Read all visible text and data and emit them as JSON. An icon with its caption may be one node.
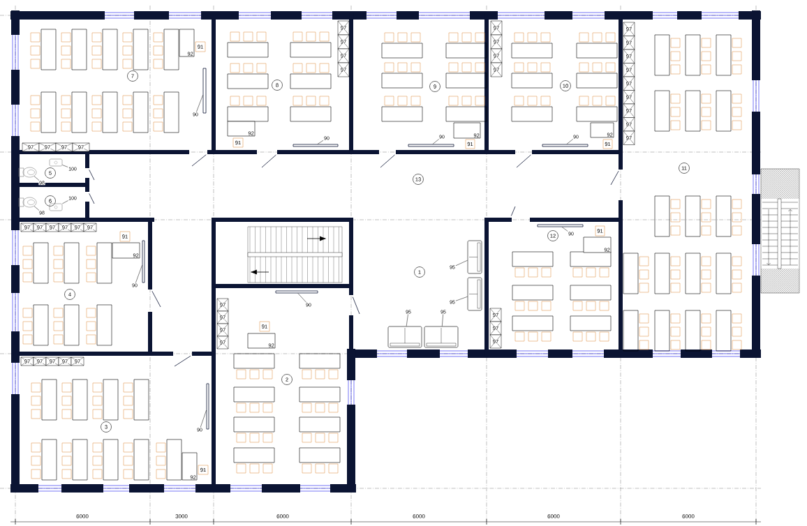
{
  "diagram": {
    "nodes": [
      {
        "text": [
          "1"
        ]
      },
      {
        "text": [
          "2"
        ]
      },
      {
        "text": [
          "3"
        ]
      },
      {
        "text": [
          "4"
        ]
      },
      {
        "text": [
          "5"
        ]
      },
      {
        "text": [
          "6"
        ]
      },
      {
        "text": [
          "7"
        ]
      },
      {
        "text": [
          "8"
        ]
      },
      {
        "text": [
          "9"
        ]
      },
      {
        "text": [
          "10"
        ]
      },
      {
        "text": [
          "11"
        ]
      },
      {
        "text": [
          "12"
        ]
      },
      {
        "text": [
          "13"
        ]
      },
      {
        "text": [
          "90"
        ]
      },
      {
        "text": [
          "90"
        ]
      },
      {
        "text": [
          "90"
        ]
      },
      {
        "text": [
          "90"
        ]
      },
      {
        "text": [
          "100"
        ]
      },
      {
        "text": [
          "98"
        ]
      },
      {
        "text": [
          "100"
        ]
      },
      {
        "text": [
          "98"
        ]
      },
      {
        "text": [
          "90"
        ]
      },
      {
        "text": [
          "90"
        ]
      },
      {
        "text": [
          "95"
        ]
      },
      {
        "text": [
          "95"
        ]
      },
      {
        "text": [
          "95"
        ]
      },
      {
        "text": [
          "95"
        ]
      },
      {
        "text": [
          "90"
        ]
      },
      {
        "text": [
          "90"
        ]
      },
      {
        "text": [],
        "shape": "bar"
      },
      {
        "text": [],
        "shape": "bar"
      },
      {
        "text": [],
        "shape": "bar"
      },
      {
        "text": [],
        "shape": "bar"
      },
      {
        "text": [],
        "shape": "picture"
      },
      {
        "text": [],
        "shape": "picture"
      },
      {
        "text": [],
        "shape": "picture"
      },
      {
        "text": [],
        "shape": "picture"
      },
      {
        "text": [],
        "shape": "bar"
      },
      {
        "text": [],
        "shape": "bar"
      },
      {
        "text": [],
        "shape": "picture"
      },
      {
        "text": [],
        "shape": "picture"
      },
      {
        "text": [],
        "shape": "picture"
      },
      {
        "text": [],
        "shape": "picture"
      },
      {
        "text": [],
        "shape": "bar"
      },
      {
        "text": [],
        "shape": "bar"
      }
    ],
    "edges": [
      {
        "from": 13,
        "to": 29,
        "arrow": "none"
      },
      {
        "from": 14,
        "to": 30,
        "arrow": "none"
      },
      {
        "from": 15,
        "to": 31,
        "arrow": "none"
      },
      {
        "from": 16,
        "to": 32,
        "arrow": "none"
      },
      {
        "from": 17,
        "to": 33,
        "arrow": "none"
      },
      {
        "from": 18,
        "to": 34,
        "arrow": "none"
      },
      {
        "from": 19,
        "to": 35,
        "arrow": "none"
      },
      {
        "from": 20,
        "to": 36,
        "arrow": "none"
      },
      {
        "from": 21,
        "to": 37,
        "arrow": "none"
      },
      {
        "from": 22,
        "to": 38,
        "arrow": "none"
      },
      {
        "from": 23,
        "to": 39,
        "arrow": "none"
      },
      {
        "from": 24,
        "to": 40,
        "arrow": "none"
      },
      {
        "from": 25,
        "to": 41,
        "arrow": "none"
      },
      {
        "from": 26,
        "to": 42,
        "arrow": "none"
      },
      {
        "from": 27,
        "to": 43,
        "arrow": "none"
      },
      {
        "from": 28,
        "to": 44,
        "arrow": "none"
      }
    ],
    "labels": [
      "6000",
      "3000",
      "6000",
      "6000",
      "6000",
      "6000",
      "92",
      "91",
      "92",
      "91",
      "92",
      "91",
      "92",
      "91",
      "92",
      "91",
      "92",
      "91",
      "92",
      "91",
      "92",
      "91",
      "97",
      "97",
      "97",
      "97",
      "97",
      "97",
      "97",
      "97",
      "97",
      "97",
      "97",
      "97",
      "97",
      "97",
      "97",
      "97",
      "97",
      "97",
      "97",
      "97",
      "97",
      "97",
      "97",
      "97",
      "97",
      "97",
      "97",
      "97",
      "97",
      "97",
      "97",
      "97",
      "97",
      "97",
      "97",
      "97",
      "97",
      "97",
      "97"
    ]
  }
}
